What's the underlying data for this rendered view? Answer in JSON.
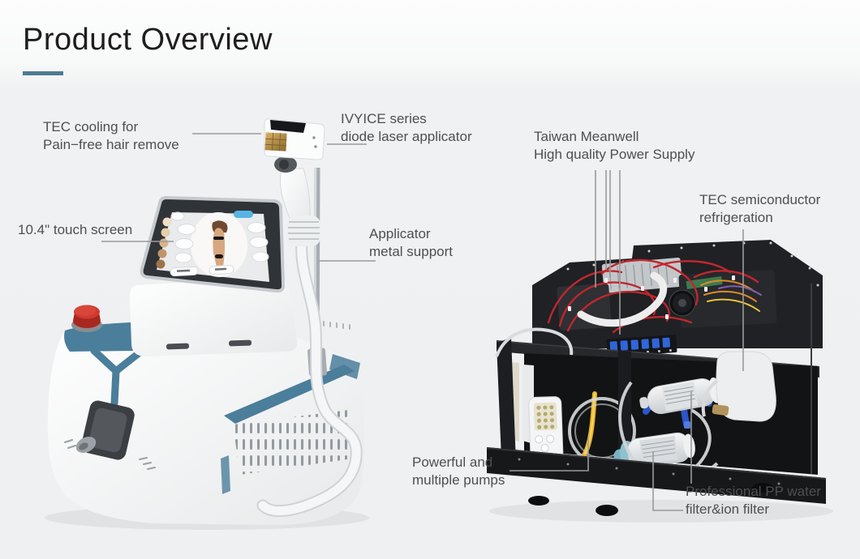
{
  "page": {
    "title": "Product Overview"
  },
  "theme": {
    "accent_teal": "#4d7a93",
    "label_text": "#4f4f4f",
    "callout_line": "#9a9a9a",
    "background": "#eef0f1",
    "machine_stripe_blue": "#4a7e9b",
    "emergency_button_red": "#c93128"
  },
  "callouts": {
    "tec_cooling": "TEC cooling for\nPain−free hair remove",
    "diode_applicator": "IVYICE series\ndiode laser applicator",
    "power_supply": "Taiwan Meanwell\nHigh quality Power Supply",
    "tec_refrigeration": "TEC semiconductor\nrefrigeration",
    "touch_screen": "10.4\" touch screen",
    "metal_support": "Applicator\nmetal support",
    "pumps": "Powerful and\nmultiple pumps",
    "water_filter": "Professional PP water\nfilter&ion filter"
  },
  "products": {
    "left_photo": "portable diode laser hair-removal machine with touch screen and applicator",
    "right_photo": "internal components chassis with power supply, pumps and water filters"
  }
}
